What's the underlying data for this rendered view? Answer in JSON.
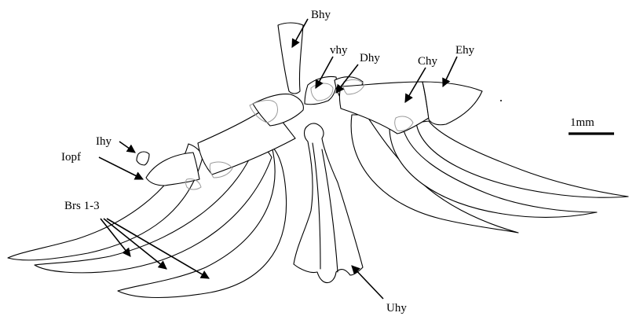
{
  "labels": {
    "bhy": "Bhy",
    "vhy": "vhy",
    "dhy": "Dhy",
    "chy": "Chy",
    "ehy": "Ehy",
    "ihy": "Ihy",
    "iopf": "Iopf",
    "brs": "Brs 1-3",
    "uhy": "Uhy"
  },
  "scale_bar": {
    "label": "1mm"
  },
  "colors": {
    "outline": "#000000",
    "cartilage": "#9a9a9a",
    "background": "#ffffff"
  }
}
